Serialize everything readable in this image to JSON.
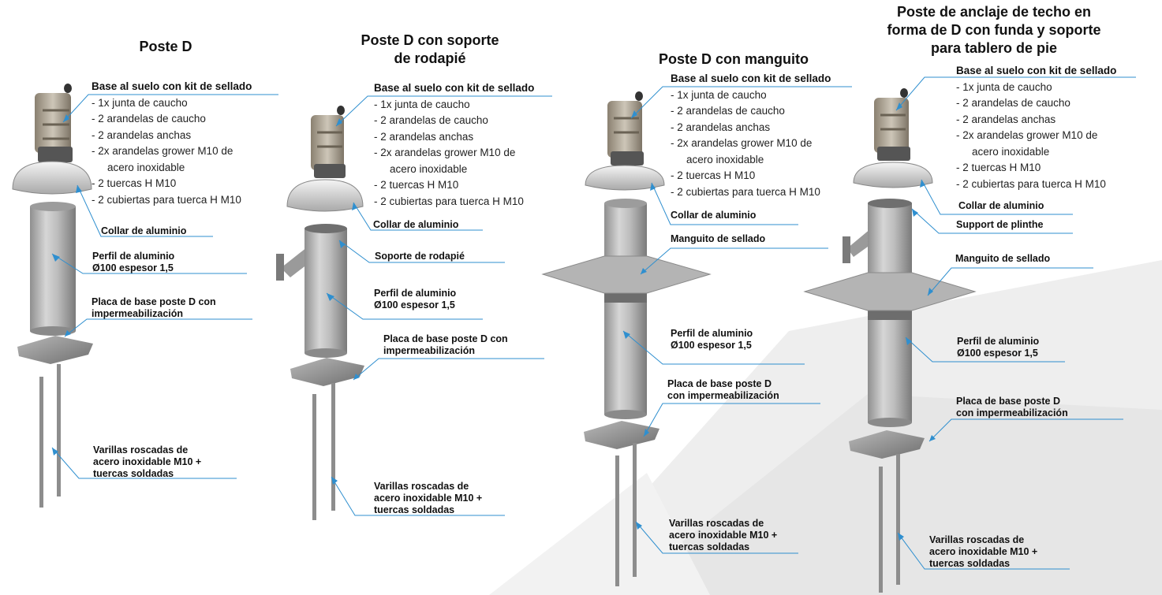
{
  "columns": [
    {
      "title": "Poste D",
      "base_kit": {
        "heading": "Base al suelo con kit de sellado",
        "items": [
          "- 1x junta de caucho",
          "- 2 arandelas de caucho",
          "- 2 arandelas anchas",
          "- 2x arandelas grower M10 de",
          "acero inoxidable",
          "- 2 tuercas H M10",
          "- 2 cubiertas para tuerca H M10"
        ]
      },
      "collar": "Collar de aluminio",
      "profile": [
        "Perfil de aluminio",
        "Ø100 espesor 1,5"
      ],
      "plate": [
        "Placa de base poste D con",
        "impermeabilización"
      ],
      "rods": [
        "Varillas roscadas de",
        "acero inoxidable M10 +",
        "tuercas soldadas"
      ]
    },
    {
      "title_lines": [
        "Poste D con soporte",
        "de rodapié"
      ],
      "base_kit": {
        "heading": "Base al suelo con kit de sellado",
        "items": [
          "- 1x junta de caucho",
          "- 2 arandelas de caucho",
          "- 2 arandelas anchas",
          "- 2x arandelas grower M10 de",
          "acero inoxidable",
          "- 2 tuercas H M10",
          "- 2 cubiertas para tuerca H M10"
        ]
      },
      "collar": "Collar de aluminio",
      "bracket": "Soporte de rodapié",
      "profile": [
        "Perfil de aluminio",
        "Ø100 espesor 1,5"
      ],
      "plate": [
        "Placa de base poste D con",
        "impermeabilización"
      ],
      "rods": [
        "Varillas roscadas de",
        "acero inoxidable M10 +",
        "tuercas soldadas"
      ]
    },
    {
      "title": "Poste D con manguito",
      "base_kit": {
        "heading": "Base al suelo con kit de sellado",
        "items": [
          "- 1x junta de caucho",
          "- 2 arandelas de caucho",
          "- 2 arandelas anchas",
          "- 2x arandelas grower M10 de",
          "acero inoxidable",
          "- 2 tuercas H M10",
          "- 2 cubiertas para tuerca H M10"
        ]
      },
      "collar": "Collar de aluminio",
      "sleeve": "Manguito de sellado",
      "profile": [
        "Perfil de aluminio",
        "Ø100 espesor 1,5"
      ],
      "plate": [
        "Placa de base poste D",
        "con impermeabilización"
      ],
      "rods": [
        "Varillas roscadas de",
        "acero inoxidable M10 +",
        "tuercas soldadas"
      ]
    },
    {
      "title_lines": [
        "Poste de anclaje de techo en",
        "forma de D con funda y soporte",
        "para tablero de pie"
      ],
      "base_kit": {
        "heading": "Base al suelo con kit de sellado",
        "items": [
          "- 1x junta de caucho",
          "- 2 arandelas de caucho",
          "- 2 arandelas anchas",
          "- 2x arandelas grower M10 de",
          "acero inoxidable",
          "- 2 tuercas H M10",
          "- 2 cubiertas para tuerca H M10"
        ]
      },
      "collar": "Collar de aluminio",
      "bracket": "Support de plinthe",
      "sleeve": "Manguito de sellado",
      "profile": [
        "Perfil de aluminio",
        "Ø100 espesor 1,5"
      ],
      "plate": [
        "Placa de base poste D",
        "con impermeabilización"
      ],
      "rods": [
        "Varillas roscadas de",
        "acero inoxidable M10 +",
        "tuercas soldadas"
      ]
    }
  ]
}
